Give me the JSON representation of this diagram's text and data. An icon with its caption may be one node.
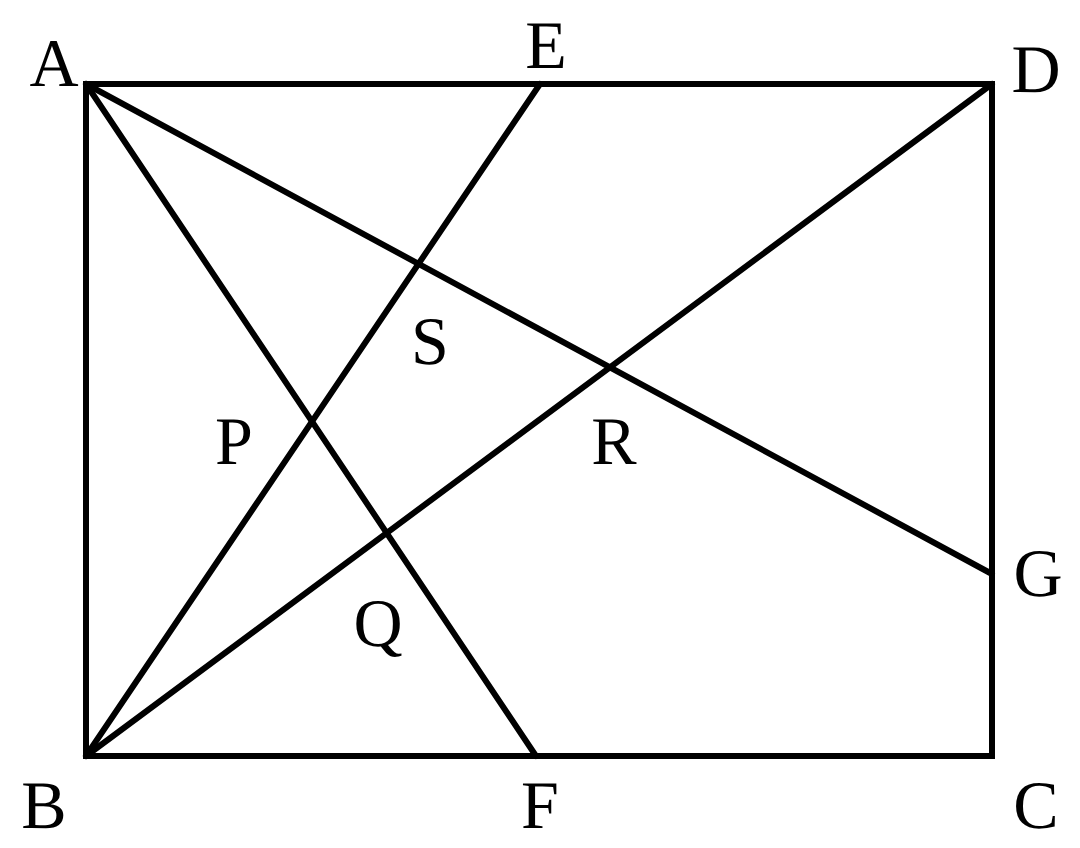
{
  "diagram": {
    "labels": [
      "A",
      "E",
      "D",
      "S",
      "P",
      "R",
      "G",
      "Q",
      "B",
      "F",
      "C"
    ]
  }
}
